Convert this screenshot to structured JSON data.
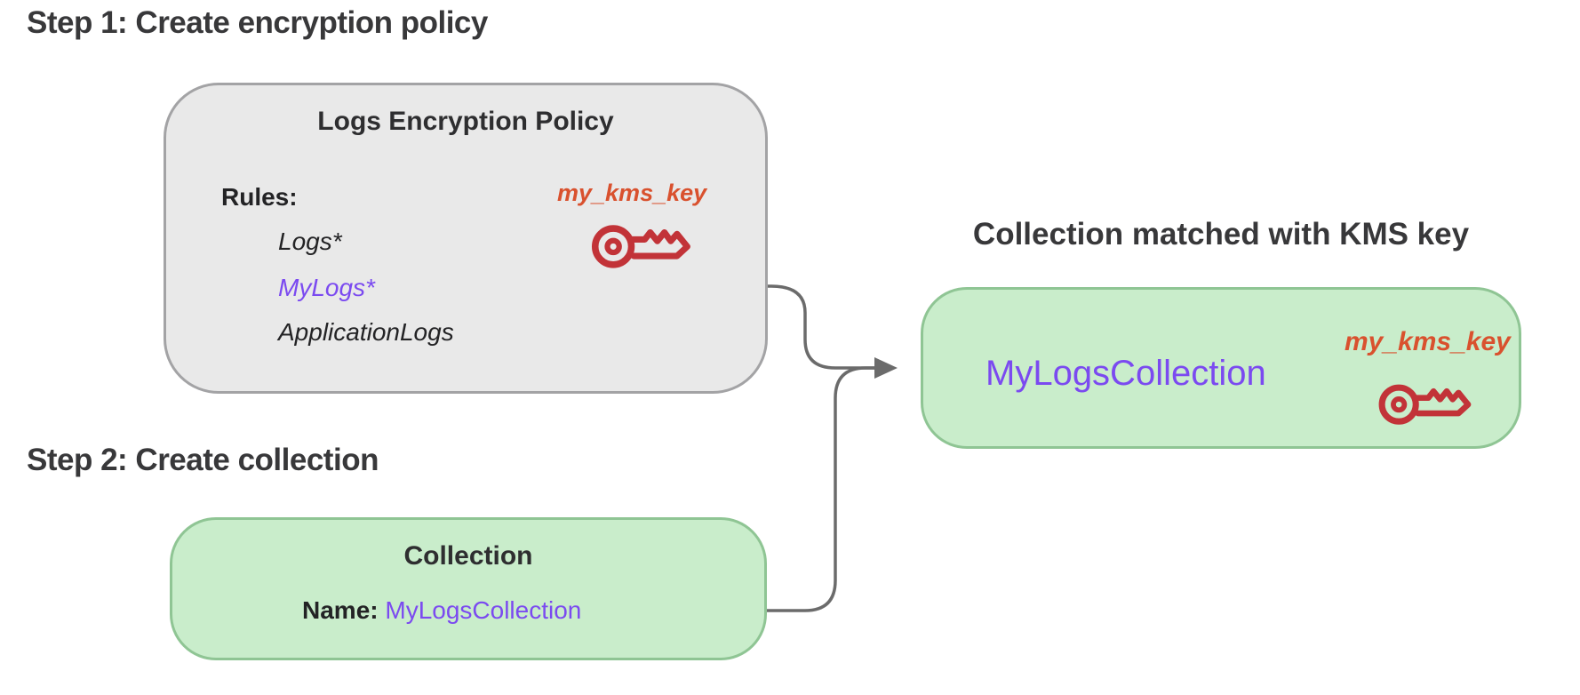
{
  "step1": {
    "title": "Step 1: Create encryption policy",
    "policy_box": {
      "title": "Logs Encryption Policy",
      "rules_label": "Rules:",
      "rules": [
        "Logs*",
        "MyLogs*",
        "ApplicationLogs"
      ],
      "matched_rule": "MyLogs*",
      "kms_key_label": "my_kms_key"
    }
  },
  "step2": {
    "title": "Step 2: Create collection",
    "collection_box": {
      "title": "Collection",
      "name_label": "Name:",
      "name_value": "MyLogsCollection"
    }
  },
  "result": {
    "title": "Collection matched with KMS key",
    "collection_name": "MyLogsCollection",
    "kms_key_label": "my_kms_key"
  },
  "icons": {
    "kms_key": "kms-key-icon"
  },
  "colors": {
    "accent_purple": "#7b4af0",
    "accent_orange": "#d9512e",
    "key_red": "#c23338",
    "box_gray_fill": "#e9e9e9",
    "box_gray_border": "#a3a3a5",
    "box_green_fill": "#c9edcb",
    "box_green_border": "#8fc594",
    "text_dark": "#38383a",
    "connector_gray": "#6b6b6b"
  }
}
